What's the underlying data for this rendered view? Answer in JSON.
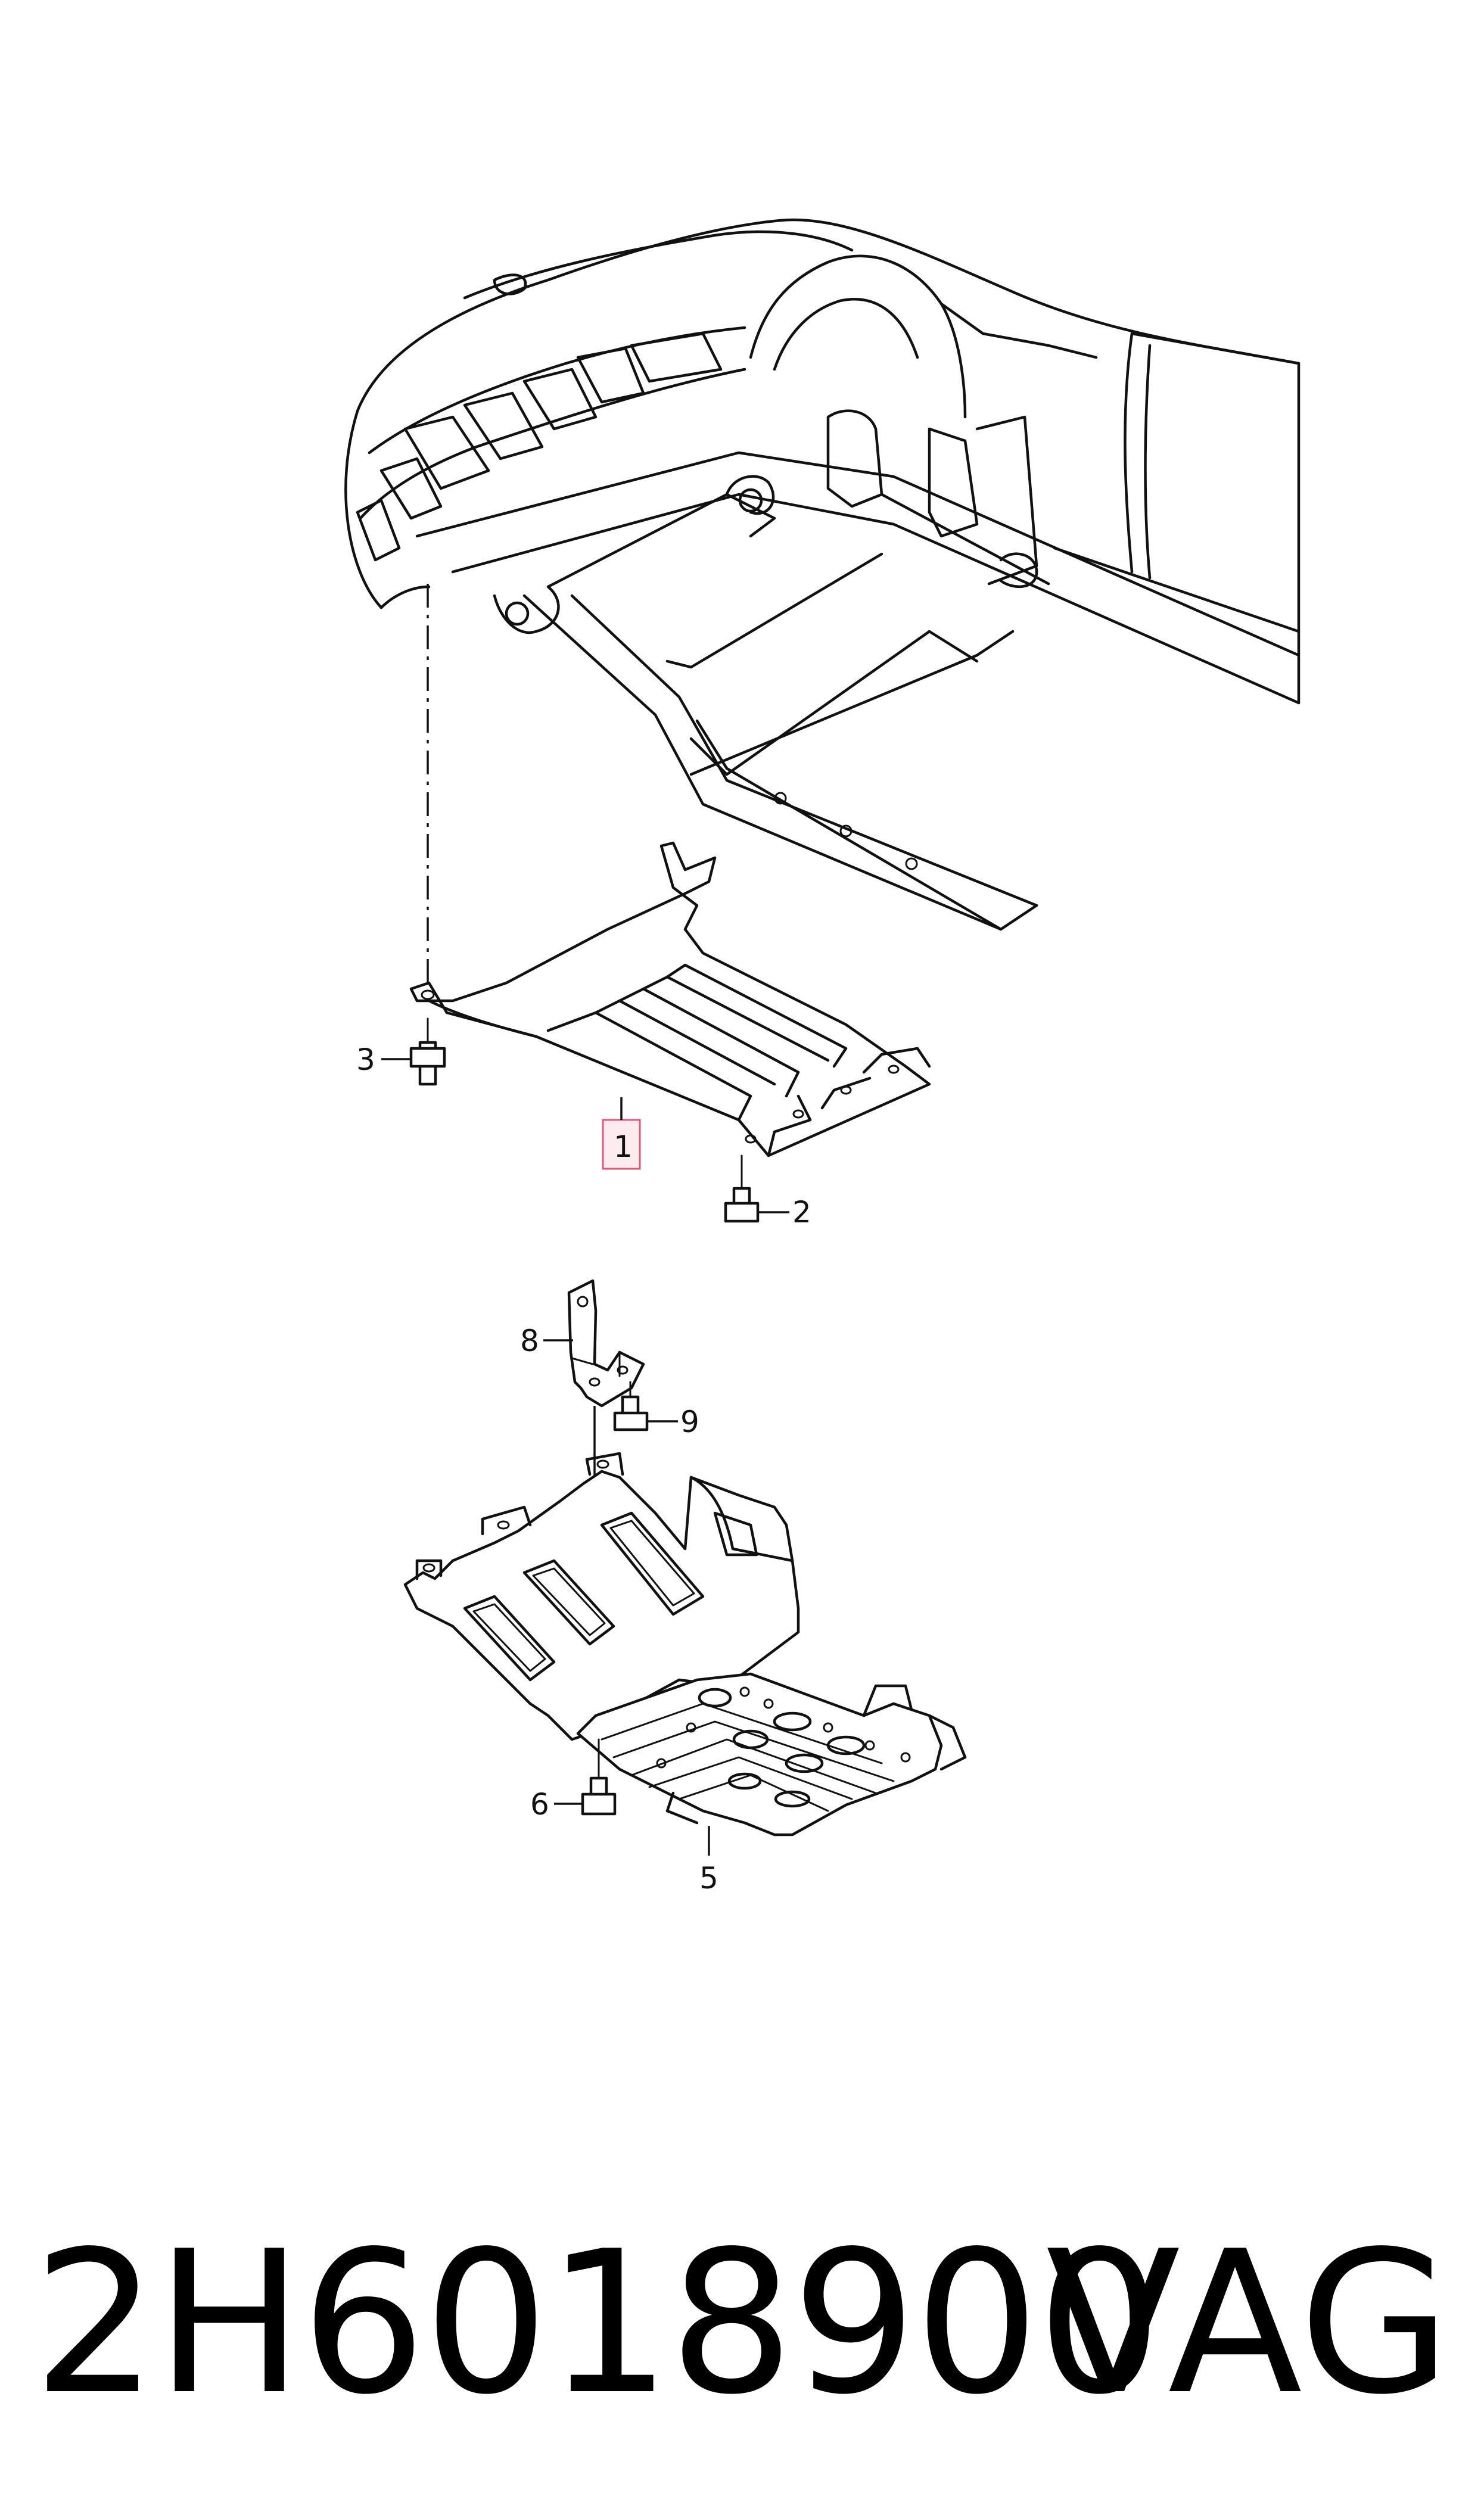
{
  "diagram": {
    "callouts": {
      "c1": "1",
      "c2": "2",
      "c3": "3",
      "c5": "5",
      "c6": "6",
      "c8": "8",
      "c9": "9"
    }
  },
  "footer": {
    "part_number": "2H6018900",
    "brand": "VAG"
  }
}
